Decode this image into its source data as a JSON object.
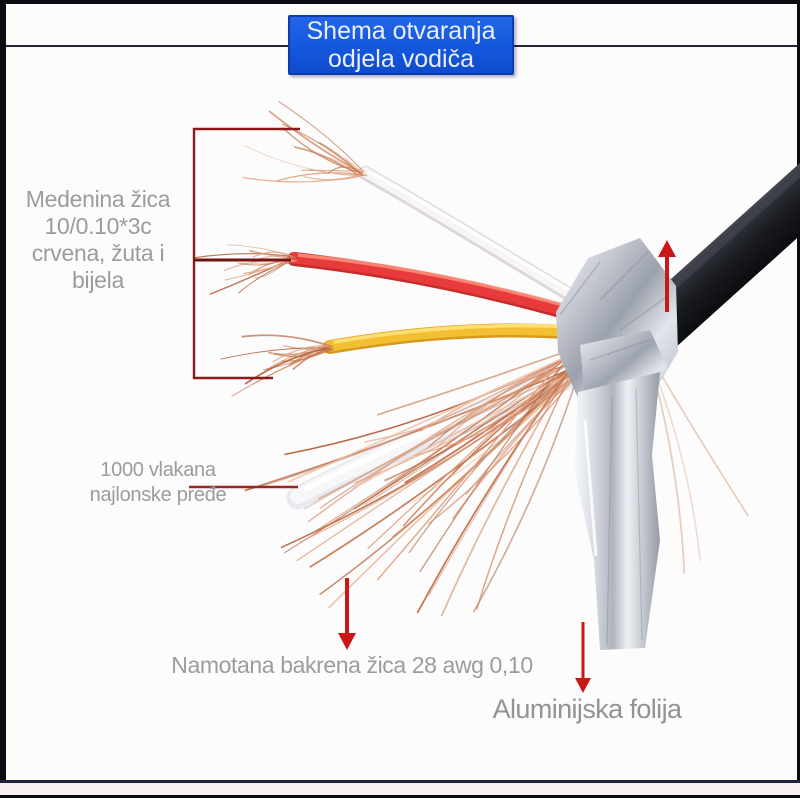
{
  "header": {
    "title_lines": [
      "Shema otvaranja",
      "odjela vodiča"
    ]
  },
  "annotations": {
    "copper_conductors": {
      "lines": [
        "Medenina žica",
        "10/0.10*3c",
        "crvena, žuta i",
        "bijela"
      ]
    },
    "nylon_yarn": {
      "lines": [
        "1000 vlakana",
        "najlonske pređe"
      ]
    },
    "wound_copper_wire": {
      "text": "Namotana bakrena žica 28 awg 0,10"
    },
    "aluminum_foil": {
      "text": "Aluminijska folija"
    }
  },
  "colors": {
    "accent_blue": "#1557dc",
    "annotation_dark_red": "#8b1a1a",
    "arrow_red": "#c81818",
    "label_gray": "#9c9c9c",
    "wire_red": "#e23535",
    "wire_yellow": "#f2c030",
    "wire_white": "#f7f5f6",
    "copper": "#d28a62",
    "foil_silver": "#ccd1d9",
    "cable_black": "#16171b"
  }
}
